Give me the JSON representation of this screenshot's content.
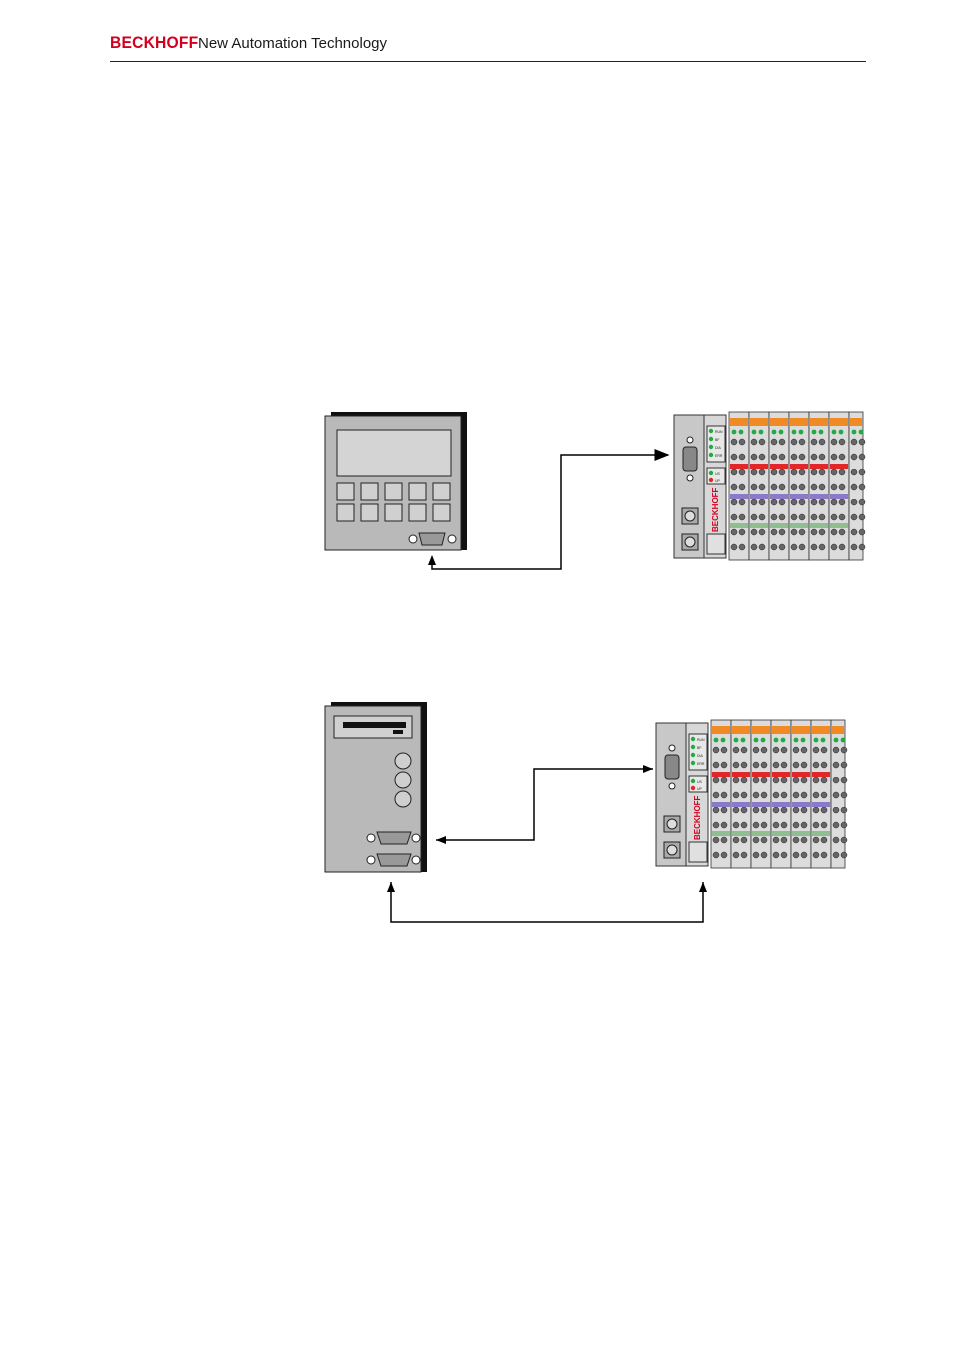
{
  "header": {
    "brand": "BECKHOFF",
    "tagline": "New Automation Technology"
  },
  "coupler": {
    "logo_text": "BECKHOFF",
    "led_labels_top": [
      "RUN",
      "BF",
      "DIA",
      "ERR"
    ],
    "led_labels_bottom": [
      "US",
      "UP"
    ]
  },
  "colors": {
    "brand_red": "#d2001e",
    "terminal_orange": "#f08a24",
    "terminal_red": "#e0282a",
    "terminal_purple": "#8a7ac8",
    "terminal_green": "#8fbf8f",
    "led_green": "#22aa44",
    "device_gray": "#b8b8b8"
  }
}
